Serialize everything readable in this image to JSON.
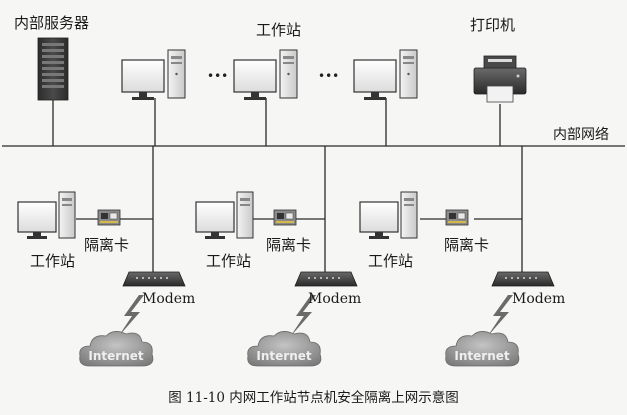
{
  "top": {
    "server_label": "内部服务器",
    "workstation_label": "工作站",
    "printer_label": "打印机",
    "network_label": "内部网络",
    "ellipsis": "•••"
  },
  "isolated_nodes": [
    {
      "workstation_label": "工作站",
      "card_label": "隔离卡",
      "modem_label": "Modem",
      "internet_label": "Internet"
    },
    {
      "workstation_label": "工作站",
      "card_label": "隔离卡",
      "modem_label": "Modem",
      "internet_label": "Internet"
    },
    {
      "workstation_label": "工作站",
      "card_label": "隔离卡",
      "modem_label": "Modem",
      "internet_label": "Internet"
    }
  ],
  "caption": "图 11-10    内网工作站节点机安全隔离上网示意图",
  "colors": {
    "line": "#2a2a2a",
    "device_dark": "#3a3a3a",
    "device_light": "#e8e8e8",
    "cloud": "#9a9a9a",
    "bolt": "#6a6a6a"
  }
}
